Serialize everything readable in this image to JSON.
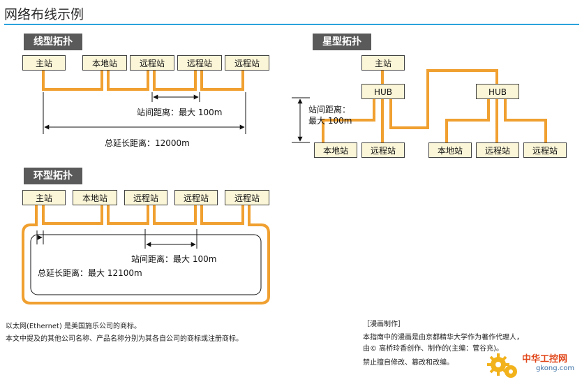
{
  "title": "网络布线示例",
  "colors": {
    "cable": "#f0a030",
    "title_rule": "#2aa3dc",
    "label_bg": "#5a5a5a",
    "station_bg": "#fbf6d8"
  },
  "line_topology": {
    "label": "线型拓扑",
    "stations": [
      "主站",
      "本地站",
      "远程站",
      "远程站",
      "远程站"
    ],
    "station_distance": "站间距离：最大 100m",
    "total_length": "总延长距离：12000m"
  },
  "star_topology": {
    "label": "星型拓扑",
    "master": "主站",
    "hubs": [
      "HUB",
      "HUB"
    ],
    "stations": [
      "本地站",
      "远程站",
      "本地站",
      "远程站",
      "远程站"
    ],
    "distance_line1": "站间距离：",
    "distance_line2": "最大 100m"
  },
  "ring_topology": {
    "label": "环型拓扑",
    "stations": [
      "主站",
      "本地站",
      "远程站",
      "远程站",
      "远程站"
    ],
    "station_distance": "站间距离：最大 100m",
    "total_length": "总延长距离：最大 12100m"
  },
  "notes": {
    "trademark1": "以太网(Ethernet) 是美国施乐公司的商标。",
    "trademark2": "本文中提及的其他公司名称、产品名称分别为其各自公司的商标或注册商标。",
    "comic_heading": "［漫画制作］",
    "comic_line1": "本指南中的漫画是由京都精华大学作为著作代理人，",
    "comic_line2": "由© 高桥玲香创作、制作的(主编：菅谷充)。",
    "comic_line3": "禁止擅自修改、篡改和改编。"
  },
  "watermark": {
    "text": "中华工控网",
    "sub": "gkong.com"
  }
}
